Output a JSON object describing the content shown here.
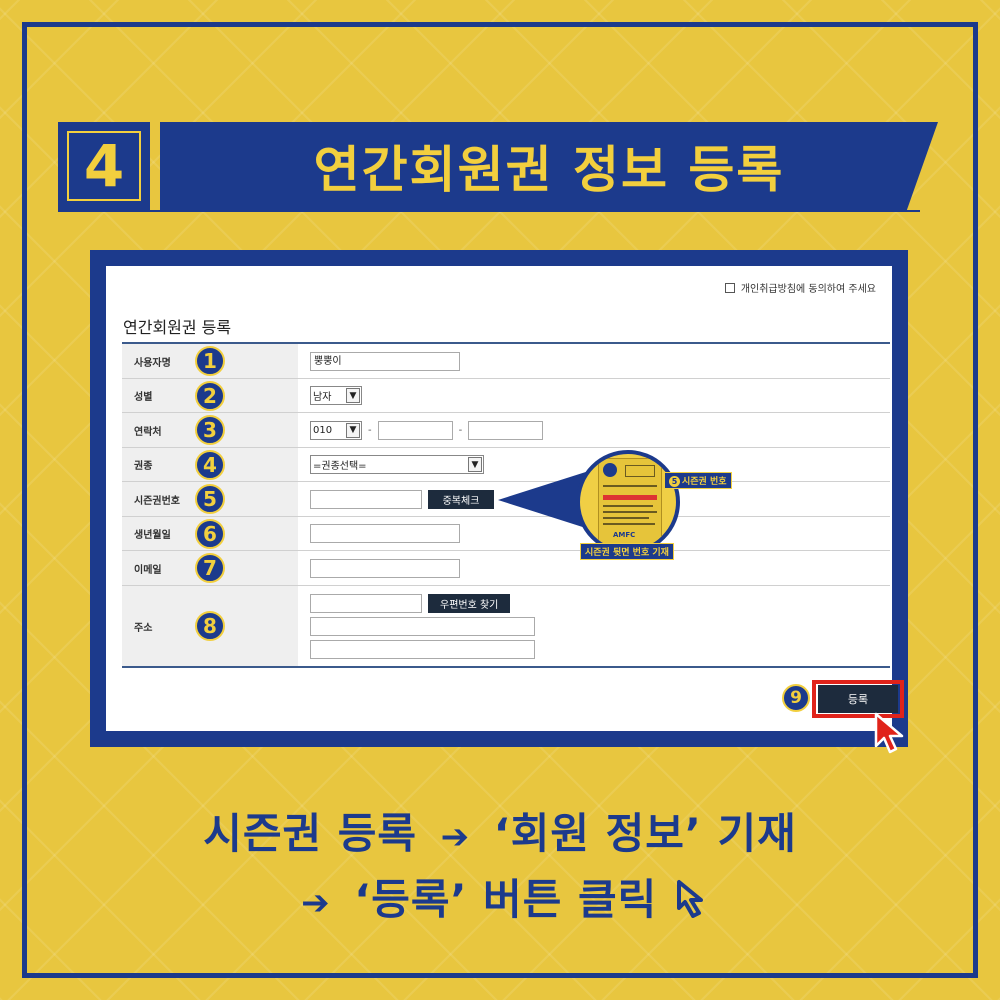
{
  "header": {
    "step_number": "4",
    "title": "연간회원권 정보 등록"
  },
  "screen": {
    "consent_text": "개인취급방침에 동의하여 주세요",
    "form_title": "연간회원권 등록",
    "rows": [
      {
        "number": "1",
        "label": "사용자명",
        "value": "뿡뿡이"
      },
      {
        "number": "2",
        "label": "성별",
        "select_value": "남자"
      },
      {
        "number": "3",
        "label": "연락처",
        "select_value": "010",
        "separator": "-"
      },
      {
        "number": "4",
        "label": "권종",
        "select_value": "=권종선택="
      },
      {
        "number": "5",
        "label": "시즌권번호",
        "button": "중복체크"
      },
      {
        "number": "6",
        "label": "생년월일"
      },
      {
        "number": "7",
        "label": "이메일"
      },
      {
        "number": "8",
        "label": "주소",
        "button": "우편번호 찾기"
      }
    ],
    "register_number": "9",
    "register_button": "등록"
  },
  "callout": {
    "badge_number": "5",
    "top_tag": "시즌권 번호",
    "bottom_tag": "시즌권 뒷면 번호 기재",
    "card_brand": "AMFC"
  },
  "captions": {
    "line1_a": "시즌권 등록",
    "line1_arrow": "➔",
    "line1_b": "‘회원 정보’ 기재",
    "line2_arrow": "➔",
    "line2_a": "‘등록’ 버튼 클릭"
  },
  "colors": {
    "background": "#e8c63f",
    "navy": "#1c3a8c",
    "yellow_text": "#f2cf3e",
    "highlight_red": "#e0231a"
  }
}
